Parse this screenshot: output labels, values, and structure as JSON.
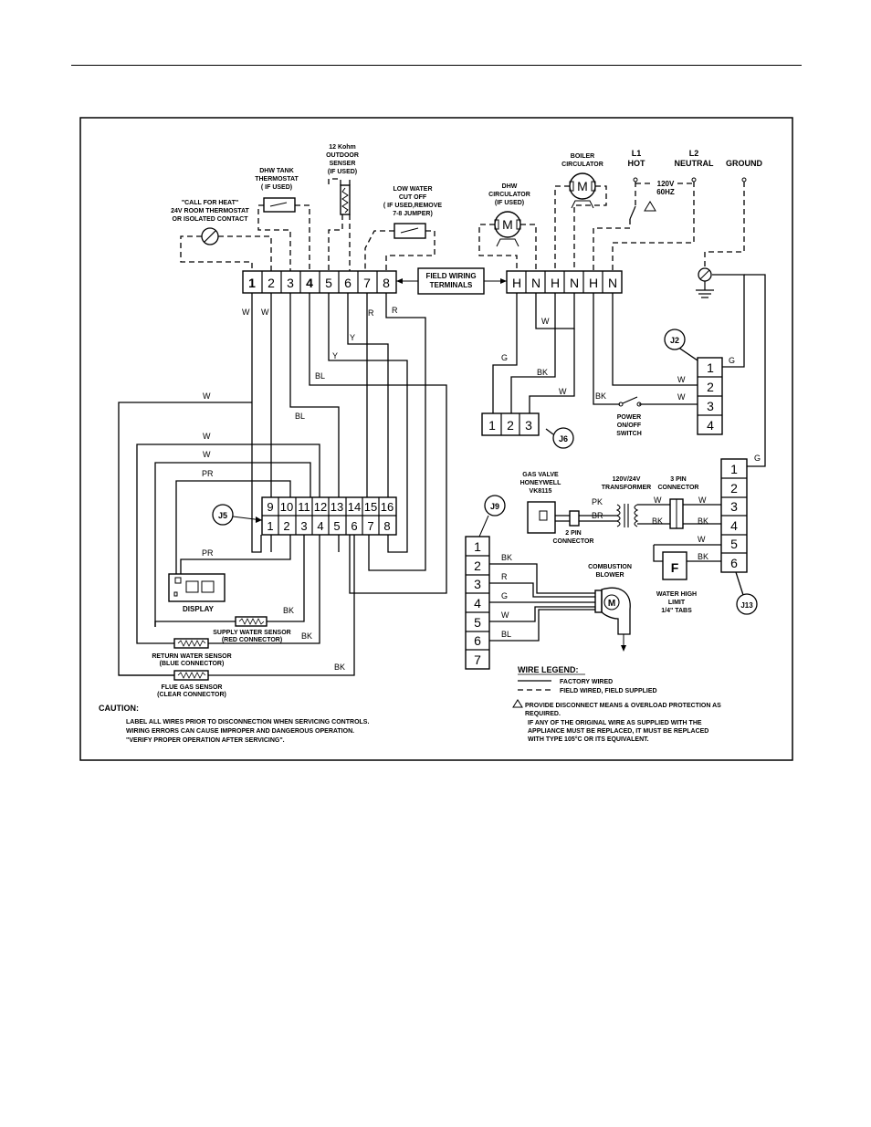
{
  "components": {
    "thermostat": [
      "\"CALL FOR HEAT\"",
      "24V ROOM THERMOSTAT",
      "OR ISOLATED CONTACT"
    ],
    "dhw_tank": [
      "DHW TANK",
      "THERMOSTAT",
      "( IF USED)"
    ],
    "outdoor_sensor": [
      "12 Kohm",
      "OUTDOOR",
      "SENSER",
      "(IF USED)"
    ],
    "low_water": [
      "LOW WATER",
      "CUT OFF",
      "( IF USED,REMOVE",
      "7-8 JUMPER)"
    ],
    "field_terminals": [
      "FIELD WIRING",
      "TERMINALS"
    ],
    "dhw_circulator": [
      "DHW",
      "CIRCULATOR",
      "(IF USED)"
    ],
    "boiler_circulator": [
      "BOILER",
      "CIRCULATOR"
    ],
    "l1": [
      "L1",
      "HOT"
    ],
    "l2": [
      "L2",
      "NEUTRAL"
    ],
    "ground": "GROUND",
    "supply": [
      "120V",
      "60HZ"
    ],
    "motor": "M",
    "power_switch": [
      "POWER",
      "ON/OFF",
      "SWITCH"
    ],
    "gas_valve": [
      "GAS VALVE",
      "HONEYWELL",
      "VK8115"
    ],
    "transformer": [
      "120V/24V",
      "TRANSFORMER"
    ],
    "three_pin": [
      "3 PIN",
      "CONNECTOR"
    ],
    "two_pin": [
      "2 PIN",
      "CONNECTOR"
    ],
    "water_limit": [
      "WATER HIGH",
      "LIMIT",
      "1/4\" TABS"
    ],
    "limit_symbol": "F",
    "blower": [
      "COMBUSTION",
      "BLOWER"
    ],
    "display": "DISPLAY",
    "supply_sensor": [
      "SUPPLY WATER SENSOR",
      "(RED CONNECTOR)"
    ],
    "return_sensor": [
      "RETURN WATER SENSOR",
      "(BLUE CONNECTOR)"
    ],
    "flue_sensor": [
      "FLUE GAS SENSOR",
      "(CLEAR CONNECTOR)"
    ]
  },
  "terminals": {
    "left": [
      "1",
      "2",
      "3",
      "4",
      "5",
      "6",
      "7",
      "8"
    ],
    "right": [
      "H",
      "N",
      "H",
      "N",
      "H",
      "N"
    ],
    "j5_top": [
      "9",
      "10",
      "11",
      "12",
      "13",
      "14",
      "15",
      "16"
    ],
    "j5_bottom": [
      "1",
      "2",
      "3",
      "4",
      "5",
      "6",
      "7",
      "8"
    ],
    "j6": [
      "1",
      "2",
      "3"
    ],
    "j2": [
      "1",
      "2",
      "3",
      "4"
    ],
    "j13": [
      "1",
      "2",
      "3",
      "4",
      "5",
      "6"
    ],
    "j9": [
      "1",
      "2",
      "3",
      "4",
      "5",
      "6",
      "7"
    ]
  },
  "connectors": {
    "j2": "J2",
    "j5": "J5",
    "j6": "J6",
    "j9": "J9",
    "j13": "J13"
  },
  "wires": {
    "w": "W",
    "bk": "BK",
    "bl": "BL",
    "y": "Y",
    "r": "R",
    "g": "G",
    "pr": "PR",
    "pk": "PK",
    "br": "BR"
  },
  "legend": {
    "title": "WIRE LEGEND:",
    "factory": "FACTORY WIRED",
    "field": "FIELD WIRED, FIELD SUPPLIED",
    "note": [
      "PROVIDE DISCONNECT MEANS & OVERLOAD PROTECTION AS",
      "REQUIRED.",
      "IF ANY OF THE ORIGINAL WIRE AS SUPPLIED WITH THE",
      "APPLIANCE MUST BE REPLACED, IT MUST BE REPLACED",
      "WITH TYPE 105°C OR ITS EQUIVALENT."
    ]
  },
  "caution": {
    "title": "CAUTION:",
    "lines": [
      "LABEL ALL WIRES PRIOR TO DISCONNECTION WHEN SERVICING CONTROLS.",
      "WIRING ERRORS CAN CAUSE IMPROPER AND DANGEROUS OPERATION.",
      "\"VERIFY  PROPER OPERATION AFTER SERVICING\"."
    ]
  }
}
